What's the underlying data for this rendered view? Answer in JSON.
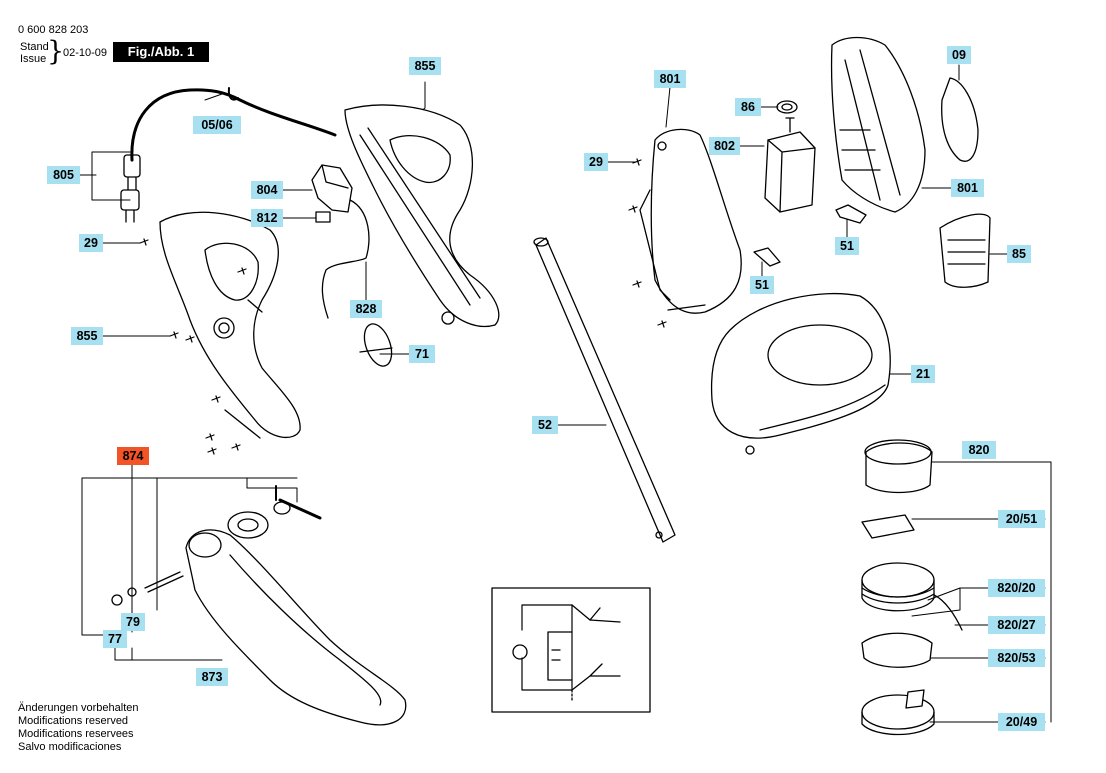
{
  "header": {
    "doc_number": "0 600 828 203",
    "stand": "Stand",
    "issue": "Issue",
    "date": "02-10-09",
    "figure": "Fig./Abb. 1"
  },
  "part_labels": {
    "p855a": "855",
    "p0506": "05/06",
    "p805": "805",
    "p804": "804",
    "p812": "812",
    "p29a": "29",
    "p828": "828",
    "p855b": "855",
    "p71": "71",
    "p874": "874",
    "p79": "79",
    "p77": "77",
    "p873": "873",
    "p801a": "801",
    "p86": "86",
    "p802": "802",
    "p29b": "29",
    "p51a": "51",
    "p51b": "51",
    "p52": "52",
    "p09": "09",
    "p801b": "801",
    "p85": "85",
    "p21": "21",
    "p820": "820",
    "p2051": "20/51",
    "p82020": "820/20",
    "p82027": "820/27",
    "p82053": "820/53",
    "p2049": "20/49"
  },
  "footer": [
    "Änderungen vorbehalten",
    "Modifications reserved",
    "Modifications reservees",
    "Salvo modificaciones"
  ],
  "colors": {
    "label_bg": "#a6e0f1",
    "highlight_bg": "#f25428",
    "figure_bg": "#000000"
  }
}
